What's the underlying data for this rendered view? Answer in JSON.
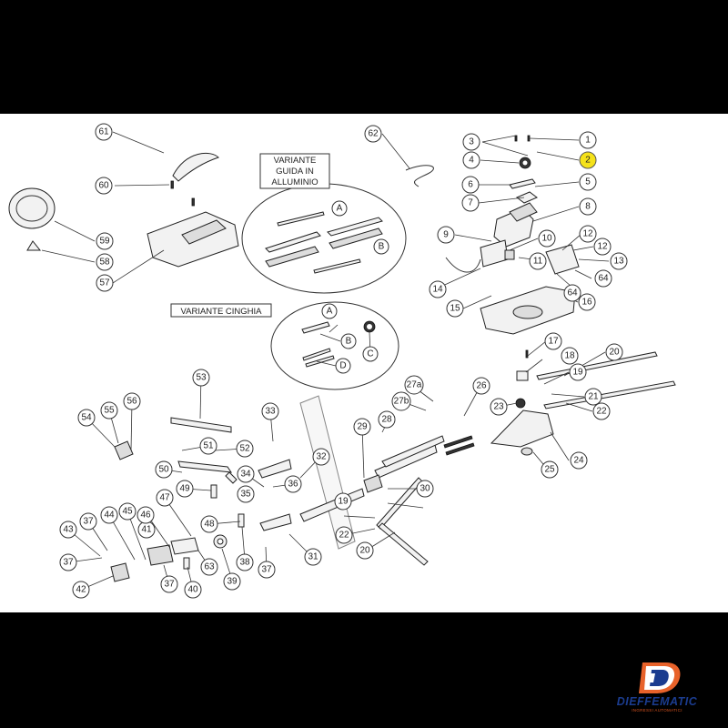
{
  "variants": {
    "aluminium_guide": "VARIANTE GUIDA IN ALLUMINIO",
    "aluminium_guide_lines": [
      "VARIANTE",
      "GUIDA IN",
      "ALLUMINIO"
    ],
    "belt": "VARIANTE CINGHIA"
  },
  "highlighted_callout": "2",
  "callouts": [
    "1",
    "2",
    "3",
    "4",
    "5",
    "6",
    "7",
    "8",
    "9",
    "10",
    "11",
    "12",
    "13",
    "14",
    "15",
    "16",
    "17",
    "18",
    "19",
    "20",
    "21",
    "22",
    "23",
    "24",
    "25",
    "26",
    "27a",
    "27b",
    "28",
    "29",
    "30",
    "31",
    "32",
    "33",
    "34",
    "35",
    "36",
    "37",
    "38",
    "39",
    "40",
    "41",
    "42",
    "43",
    "44",
    "45",
    "46",
    "47",
    "48",
    "49",
    "50",
    "51",
    "52",
    "53",
    "54",
    "55",
    "56",
    "57",
    "58",
    "59",
    "60",
    "61",
    "62",
    "63",
    "64",
    "A",
    "B",
    "C",
    "D"
  ],
  "brand": {
    "name": "DIEFFEMATIC",
    "tagline": "INGRESSI AUTOMATICI",
    "colors": {
      "blue": "#1b3c8f",
      "orange": "#e8622a",
      "highlight": "#f5e21a"
    }
  }
}
